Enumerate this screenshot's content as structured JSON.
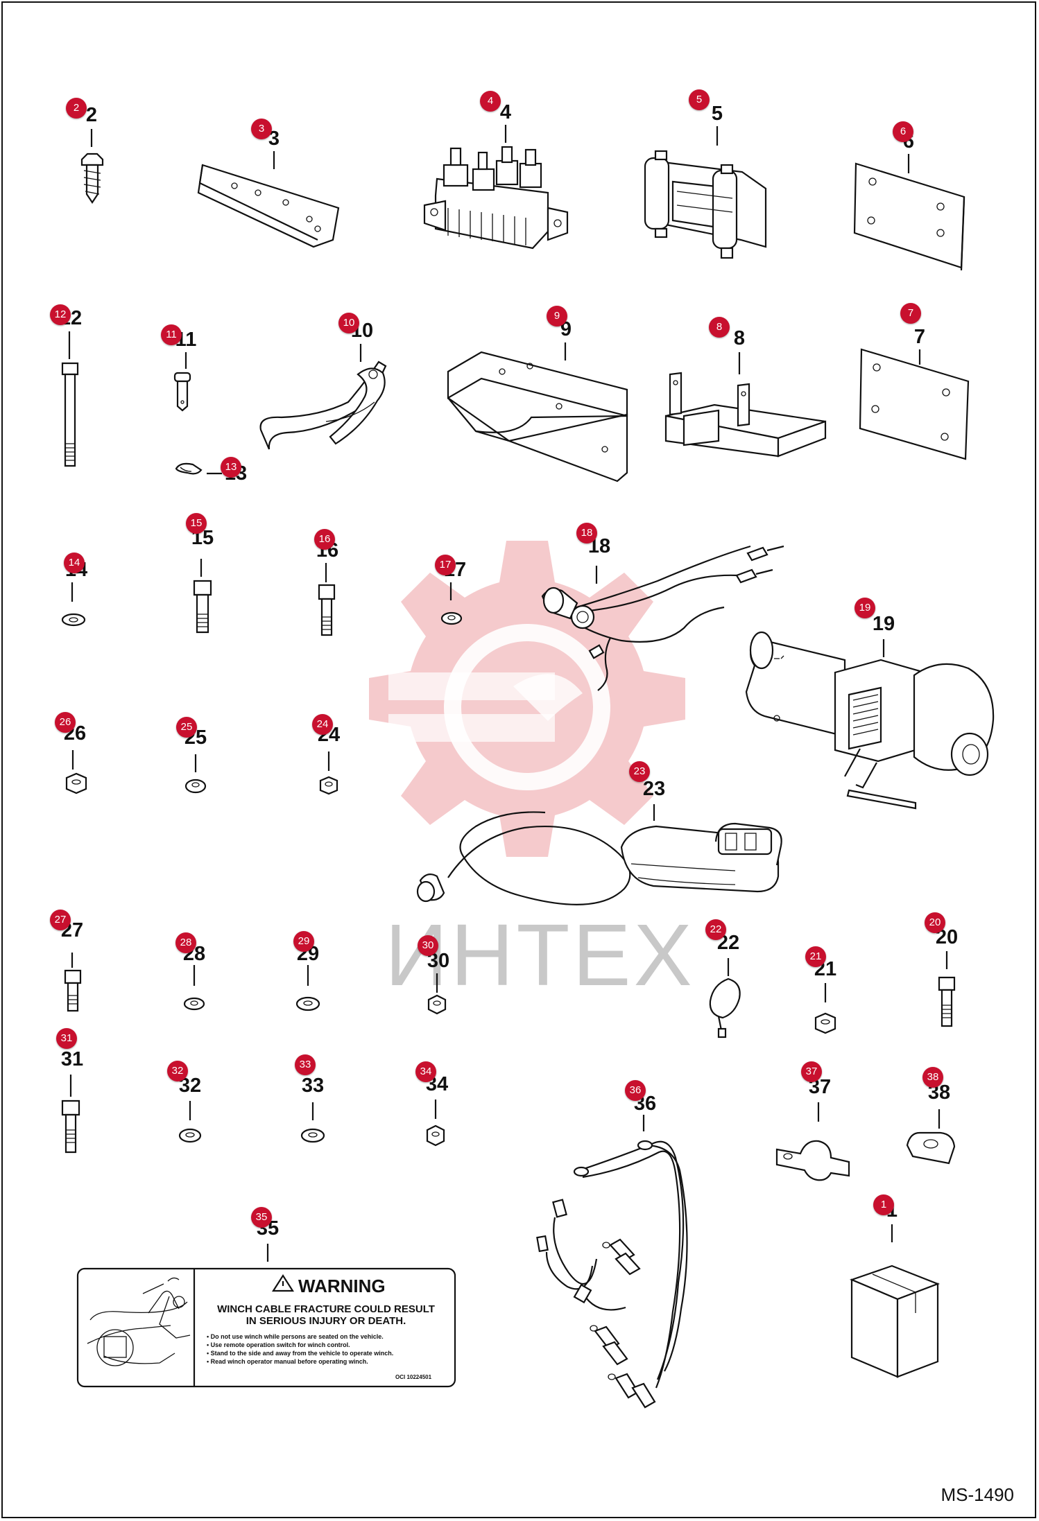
{
  "document": {
    "code": "MS-1490"
  },
  "watermark": {
    "text": "ИНТЕХ",
    "color": "#f3c1c3"
  },
  "colors": {
    "badge": "#c8102e",
    "line": "#111111"
  },
  "decal": {
    "heading": "WARNING",
    "headline": [
      "WINCH CABLE FRACTURE COULD RESULT",
      "IN SERIOUS INJURY OR DEATH."
    ],
    "bullets": [
      "Do not use winch while persons are seated on the vehicle.",
      "Use remote operation switch for winch control.",
      "Stand to the side and away from the vehicle to operate winch.",
      "Read winch operator manual before operating winch."
    ],
    "part_no": "OCI 10224501"
  },
  "callouts": [
    {
      "n": "1"
    },
    {
      "n": "2"
    },
    {
      "n": "3"
    },
    {
      "n": "4"
    },
    {
      "n": "5"
    },
    {
      "n": "6"
    },
    {
      "n": "7"
    },
    {
      "n": "8"
    },
    {
      "n": "9"
    },
    {
      "n": "10"
    },
    {
      "n": "11"
    },
    {
      "n": "12"
    },
    {
      "n": "13"
    },
    {
      "n": "14"
    },
    {
      "n": "15"
    },
    {
      "n": "16"
    },
    {
      "n": "17"
    },
    {
      "n": "18"
    },
    {
      "n": "19"
    },
    {
      "n": "20"
    },
    {
      "n": "21"
    },
    {
      "n": "22"
    },
    {
      "n": "23"
    },
    {
      "n": "24"
    },
    {
      "n": "25"
    },
    {
      "n": "26"
    },
    {
      "n": "27"
    },
    {
      "n": "28"
    },
    {
      "n": "29"
    },
    {
      "n": "30"
    },
    {
      "n": "31"
    },
    {
      "n": "32"
    },
    {
      "n": "33"
    },
    {
      "n": "34"
    },
    {
      "n": "35"
    },
    {
      "n": "36"
    },
    {
      "n": "37"
    },
    {
      "n": "38"
    }
  ]
}
